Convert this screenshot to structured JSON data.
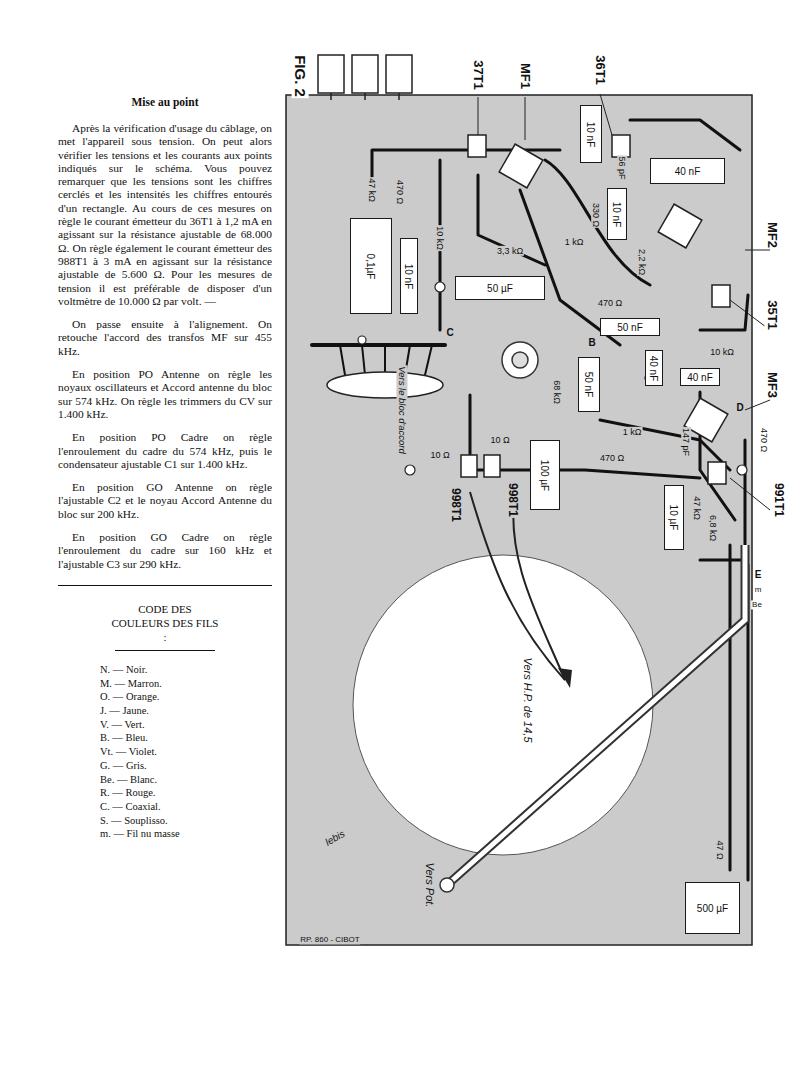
{
  "diagram": {
    "nodes": [
      {
        "text": [
          "10 nF"
        ]
      },
      {
        "text": [
          "40 nF"
        ]
      },
      {
        "text": [
          "10 nF"
        ]
      },
      {
        "text": [
          "0,1µF"
        ]
      },
      {
        "text": [
          "10 nF"
        ]
      },
      {
        "text": [
          "50 µF"
        ]
      },
      {
        "text": [
          "50 nF"
        ]
      },
      {
        "text": [
          "40 nF"
        ]
      },
      {
        "text": [
          "50 nF"
        ]
      },
      {
        "text": [
          "40 nF"
        ]
      },
      {
        "text": [
          "100 µF"
        ]
      },
      {
        "text": [
          "10 µF"
        ]
      },
      {
        "text": [
          "500 µF"
        ]
      }
    ],
    "labels": [
      "Mise au point",
      "Après la vérification d'usage du câblage, on met l'appareil sous tension. On peut alors vérifier les tensions et les courants aux points indiqués sur le schéma. Vous pouvez remarquer que les tensions sont les chiffres cerclés et les intensités les chiffres entourés d'un rectangle. Au cours de ces mesures on règle le courant émetteur du 36T1 à 1,2 mA en agissant sur la résistance ajustable de 68.000 Ω. On règle également le courant émetteur des 988T1 à 3 mA en agissant sur la résistance ajustable de 5.600 Ω. Pour les mesures de tension il est préférable de disposer d'un voltmètre de 10.000 Ω par volt. —",
      "On passe ensuite à l'alignement. On retouche l'accord des transfos MF sur 455 kHz.",
      "En position PO Antenne on règle les noyaux oscillateurs et Accord antenne du bloc sur 574 kHz. On règle les trimmers du CV sur 1.400 kHz.",
      "En position PO Cadre on règle l'enroulement du cadre du 574 kHz, puis le condensateur ajustable C1 sur 1.400 kHz.",
      "En position GO Antenne on règle l'ajustable C2 et le noyau Accord Antenne du bloc sur 200 kHz.",
      "En position GO Cadre on règle l'enroulement du cadre sur 160 kHz et l'ajustable C3 sur 290 kHz.",
      "CODE DES COULEURS DES FILS :",
      "N. — Noir.",
      "M. — Marron.",
      "O. — Orange.",
      "J. — Jaune.",
      "V. — Vert.",
      "B. — Bleu.",
      "Vt. — Violet.",
      "G. — Gris.",
      "Be. — Blanc.",
      "R. — Rouge.",
      "C. — Coaxial.",
      "S. — Souplisso.",
      "m. — Fil nu masse",
      "FIG. 2",
      "37T1",
      "MF1",
      "36T1",
      "MF2",
      "35T1",
      "MF3",
      "991T1",
      "998T1",
      "998T1",
      "Vers le bloc d'accord",
      "Vers H.P. de 14,5",
      "Vers Pot.",
      "RP. 860 - CIBOT",
      "lebis",
      "47 kΩ",
      "470 Ω",
      "330 Ω",
      "56 pF",
      "1 kΩ",
      "2,2 kΩ",
      "10 kΩ",
      "3,3 kΩ",
      "470 Ω",
      "10 kΩ",
      "470 Ω",
      "1 kΩ",
      "147 pF",
      "10 Ω",
      "10 Ω",
      "470 Ω",
      "47 kΩ",
      "6,8 kΩ",
      "47 Ω",
      "68 kΩ",
      "C",
      "B",
      "D",
      "E",
      "Be",
      "m"
    ]
  }
}
